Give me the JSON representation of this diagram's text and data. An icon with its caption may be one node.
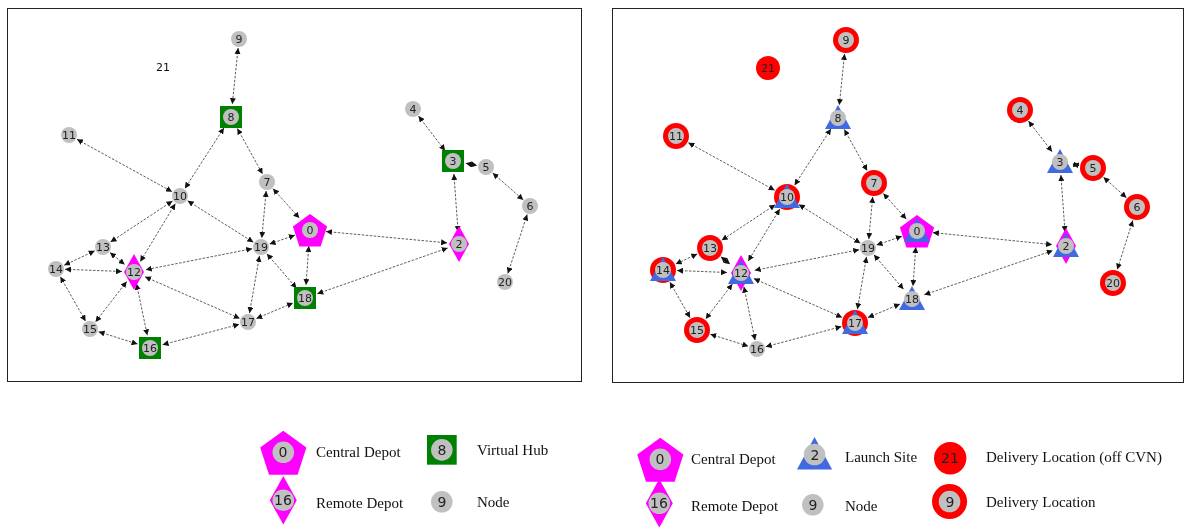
{
  "diagram": {
    "nodes": [
      {
        "text": [
          "0"
        ]
      },
      {
        "text": [
          "2"
        ]
      },
      {
        "text": [
          "3"
        ]
      },
      {
        "text": [
          "4"
        ]
      },
      {
        "text": [
          "5"
        ]
      },
      {
        "text": [
          "6"
        ]
      },
      {
        "text": [
          "7"
        ]
      },
      {
        "text": [
          "8"
        ]
      },
      {
        "text": [
          "9"
        ]
      },
      {
        "text": [
          "10"
        ]
      },
      {
        "text": [
          "11"
        ]
      },
      {
        "text": [
          "12"
        ]
      },
      {
        "text": [
          "13"
        ]
      },
      {
        "text": [
          "14"
        ]
      },
      {
        "text": [
          "15"
        ]
      },
      {
        "text": [
          "16"
        ]
      },
      {
        "text": [
          "17"
        ]
      },
      {
        "text": [
          "18"
        ]
      },
      {
        "text": [
          "19"
        ]
      },
      {
        "text": [
          "20"
        ]
      },
      {
        "text": [
          "0"
        ]
      },
      {
        "text": [
          "2"
        ]
      },
      {
        "text": [
          "3"
        ]
      },
      {
        "text": [
          "4"
        ]
      },
      {
        "text": [
          "5"
        ]
      },
      {
        "text": [
          "6"
        ]
      },
      {
        "text": [
          "7"
        ]
      },
      {
        "text": [
          "8"
        ]
      },
      {
        "text": [
          "9"
        ]
      },
      {
        "text": [
          "10"
        ]
      },
      {
        "text": [
          "11"
        ]
      },
      {
        "text": [
          "12"
        ]
      },
      {
        "text": [
          "13"
        ]
      },
      {
        "text": [
          "14"
        ]
      },
      {
        "text": [
          "15"
        ]
      },
      {
        "text": [
          "16"
        ]
      },
      {
        "text": [
          "17"
        ]
      },
      {
        "text": [
          "18"
        ]
      },
      {
        "text": [
          "19"
        ]
      },
      {
        "text": [
          "20"
        ]
      },
      {
        "text": [
          "21"
        ]
      }
    ],
    "edges": [
      {
        "from": 8,
        "to": 7,
        "arrow": "both"
      },
      {
        "from": 7,
        "to": 9,
        "arrow": "both"
      },
      {
        "from": 7,
        "to": 6,
        "arrow": "both"
      },
      {
        "from": 10,
        "to": 9,
        "arrow": "both"
      },
      {
        "from": 9,
        "to": 12,
        "arrow": "both"
      },
      {
        "from": 9,
        "to": 11,
        "arrow": "both"
      },
      {
        "from": 9,
        "to": 18,
        "arrow": "both"
      },
      {
        "from": 6,
        "to": 18,
        "arrow": "both"
      },
      {
        "from": 6,
        "to": 0,
        "arrow": "both"
      },
      {
        "from": 0,
        "to": 18,
        "arrow": "both"
      },
      {
        "from": 0,
        "to": 17,
        "arrow": "both"
      },
      {
        "from": 0,
        "to": 1,
        "arrow": "both"
      },
      {
        "from": 18,
        "to": 11,
        "arrow": "both"
      },
      {
        "from": 18,
        "to": 17,
        "arrow": "both"
      },
      {
        "from": 18,
        "to": 16,
        "arrow": "both"
      },
      {
        "from": 12,
        "to": 13,
        "arrow": "both"
      },
      {
        "from": 12,
        "to": 11,
        "arrow": "both"
      },
      {
        "from": 13,
        "to": 11,
        "arrow": "both"
      },
      {
        "from": 13,
        "to": 14,
        "arrow": "both"
      },
      {
        "from": 11,
        "to": 14,
        "arrow": "both"
      },
      {
        "from": 11,
        "to": 15,
        "arrow": "both"
      },
      {
        "from": 11,
        "to": 16,
        "arrow": "both"
      },
      {
        "from": 14,
        "to": 15,
        "arrow": "both"
      },
      {
        "from": 15,
        "to": 16,
        "arrow": "both"
      },
      {
        "from": 16,
        "to": 17,
        "arrow": "both"
      },
      {
        "from": 17,
        "to": 1,
        "arrow": "both"
      },
      {
        "from": 3,
        "to": 2,
        "arrow": "both"
      },
      {
        "from": 2,
        "to": 4,
        "arrow": "both"
      },
      {
        "from": 4,
        "to": 5,
        "arrow": "both"
      },
      {
        "from": 5,
        "to": 19,
        "arrow": "both"
      },
      {
        "from": 2,
        "to": 1,
        "arrow": "both"
      },
      {
        "from": 28,
        "to": 27,
        "arrow": "both"
      },
      {
        "from": 27,
        "to": 29,
        "arrow": "both"
      },
      {
        "from": 27,
        "to": 26,
        "arrow": "both"
      },
      {
        "from": 30,
        "to": 29,
        "arrow": "both"
      },
      {
        "from": 29,
        "to": 32,
        "arrow": "both"
      },
      {
        "from": 29,
        "to": 31,
        "arrow": "both"
      },
      {
        "from": 29,
        "to": 38,
        "arrow": "both"
      },
      {
        "from": 26,
        "to": 38,
        "arrow": "both"
      },
      {
        "from": 26,
        "to": 20,
        "arrow": "both"
      },
      {
        "from": 20,
        "to": 38,
        "arrow": "both"
      },
      {
        "from": 20,
        "to": 37,
        "arrow": "both"
      },
      {
        "from": 20,
        "to": 21,
        "arrow": "both"
      },
      {
        "from": 38,
        "to": 31,
        "arrow": "both"
      },
      {
        "from": 38,
        "to": 37,
        "arrow": "both"
      },
      {
        "from": 38,
        "to": 36,
        "arrow": "both"
      },
      {
        "from": 32,
        "to": 33,
        "arrow": "both"
      },
      {
        "from": 32,
        "to": 31,
        "arrow": "both"
      },
      {
        "from": 33,
        "to": 31,
        "arrow": "both"
      },
      {
        "from": 33,
        "to": 34,
        "arrow": "both"
      },
      {
        "from": 31,
        "to": 34,
        "arrow": "both"
      },
      {
        "from": 31,
        "to": 35,
        "arrow": "both"
      },
      {
        "from": 31,
        "to": 36,
        "arrow": "both"
      },
      {
        "from": 34,
        "to": 35,
        "arrow": "both"
      },
      {
        "from": 35,
        "to": 36,
        "arrow": "both"
      },
      {
        "from": 36,
        "to": 37,
        "arrow": "both"
      },
      {
        "from": 37,
        "to": 21,
        "arrow": "both"
      },
      {
        "from": 23,
        "to": 22,
        "arrow": "both"
      },
      {
        "from": 22,
        "to": 24,
        "arrow": "both"
      },
      {
        "from": 24,
        "to": 25,
        "arrow": "both"
      },
      {
        "from": 25,
        "to": 39,
        "arrow": "both"
      },
      {
        "from": 22,
        "to": 21,
        "arrow": "both"
      }
    ],
    "labels": [
      "21",
      "0",
      "8",
      "16",
      "9",
      "0",
      "2",
      "21",
      "16",
      "9",
      "9"
    ],
    "legend": [
      {
        "text": "Central Depot"
      },
      {
        "text": "Virtual Hub"
      },
      {
        "text": "Remote Depot"
      },
      {
        "text": "Node"
      },
      {
        "text": "Central Depot"
      },
      {
        "text": "Launch Site"
      },
      {
        "text": "Delivery Location (off CVN)",
        "color": "#ff0000"
      },
      {
        "text": "Remote Depot"
      },
      {
        "text": "Node"
      },
      {
        "text": "Delivery Location"
      }
    ]
  }
}
